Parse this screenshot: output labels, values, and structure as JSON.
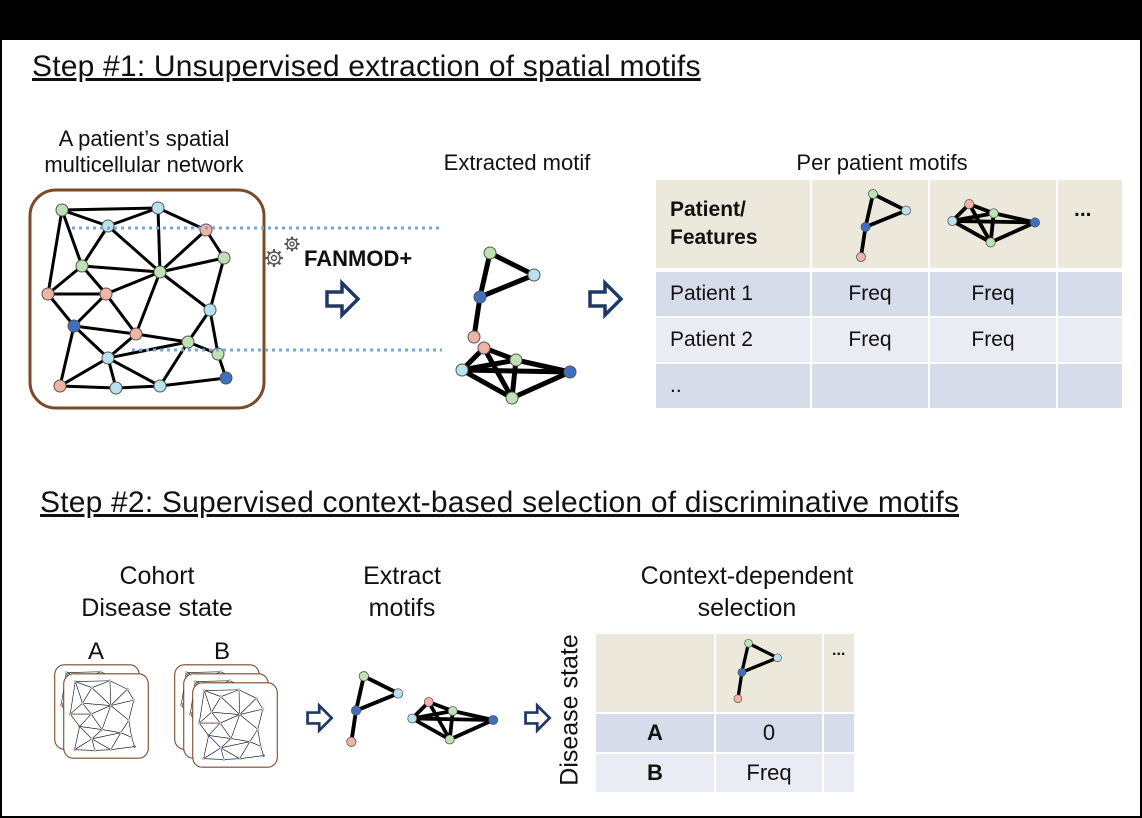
{
  "step1": {
    "heading": "Step #1: Unsupervised extraction of spatial motifs",
    "network_label_line1": "A patient’s spatial",
    "network_label_line2": "multicellular network",
    "tool_label": "FANMOD+",
    "extracted_label": "Extracted motif",
    "table_title": "Per patient motifs",
    "table": {
      "header_line1": "Patient/",
      "header_line2": "Features",
      "header_more": "...",
      "rows": [
        {
          "label": "Patient 1",
          "values": [
            "Freq",
            "Freq"
          ]
        },
        {
          "label": "Patient 2",
          "values": [
            "Freq",
            "Freq"
          ]
        },
        {
          "label": "..",
          "values": [
            "",
            ""
          ]
        }
      ]
    }
  },
  "step2": {
    "heading": "Step #2: Supervised context-based selection of discriminative motifs",
    "cohort_line1": "Cohort",
    "cohort_line2": "Disease state",
    "group_a": "A",
    "group_b": "B",
    "extract_line1": "Extract",
    "extract_line2": "motifs",
    "selection_line1": "Context-dependent",
    "selection_line2": "selection",
    "axis_label": "Disease state",
    "table": {
      "header_more": "...",
      "rows": [
        {
          "label": "A",
          "value": "0"
        },
        {
          "label": "B",
          "value": "Freq"
        }
      ]
    }
  },
  "colors": {
    "node_green": "#bde3b2",
    "node_blue": "#3e6fc0",
    "node_cyan": "#b9e2ef",
    "node_pink": "#f0b3a4",
    "network_border": "#7a4a2a",
    "table_header_bg": "#ece9dc",
    "row_dark": "#d7dcea",
    "row_light": "#e9ecf3",
    "arrow": "#1f3864",
    "dotted": "#7aa6d6"
  }
}
